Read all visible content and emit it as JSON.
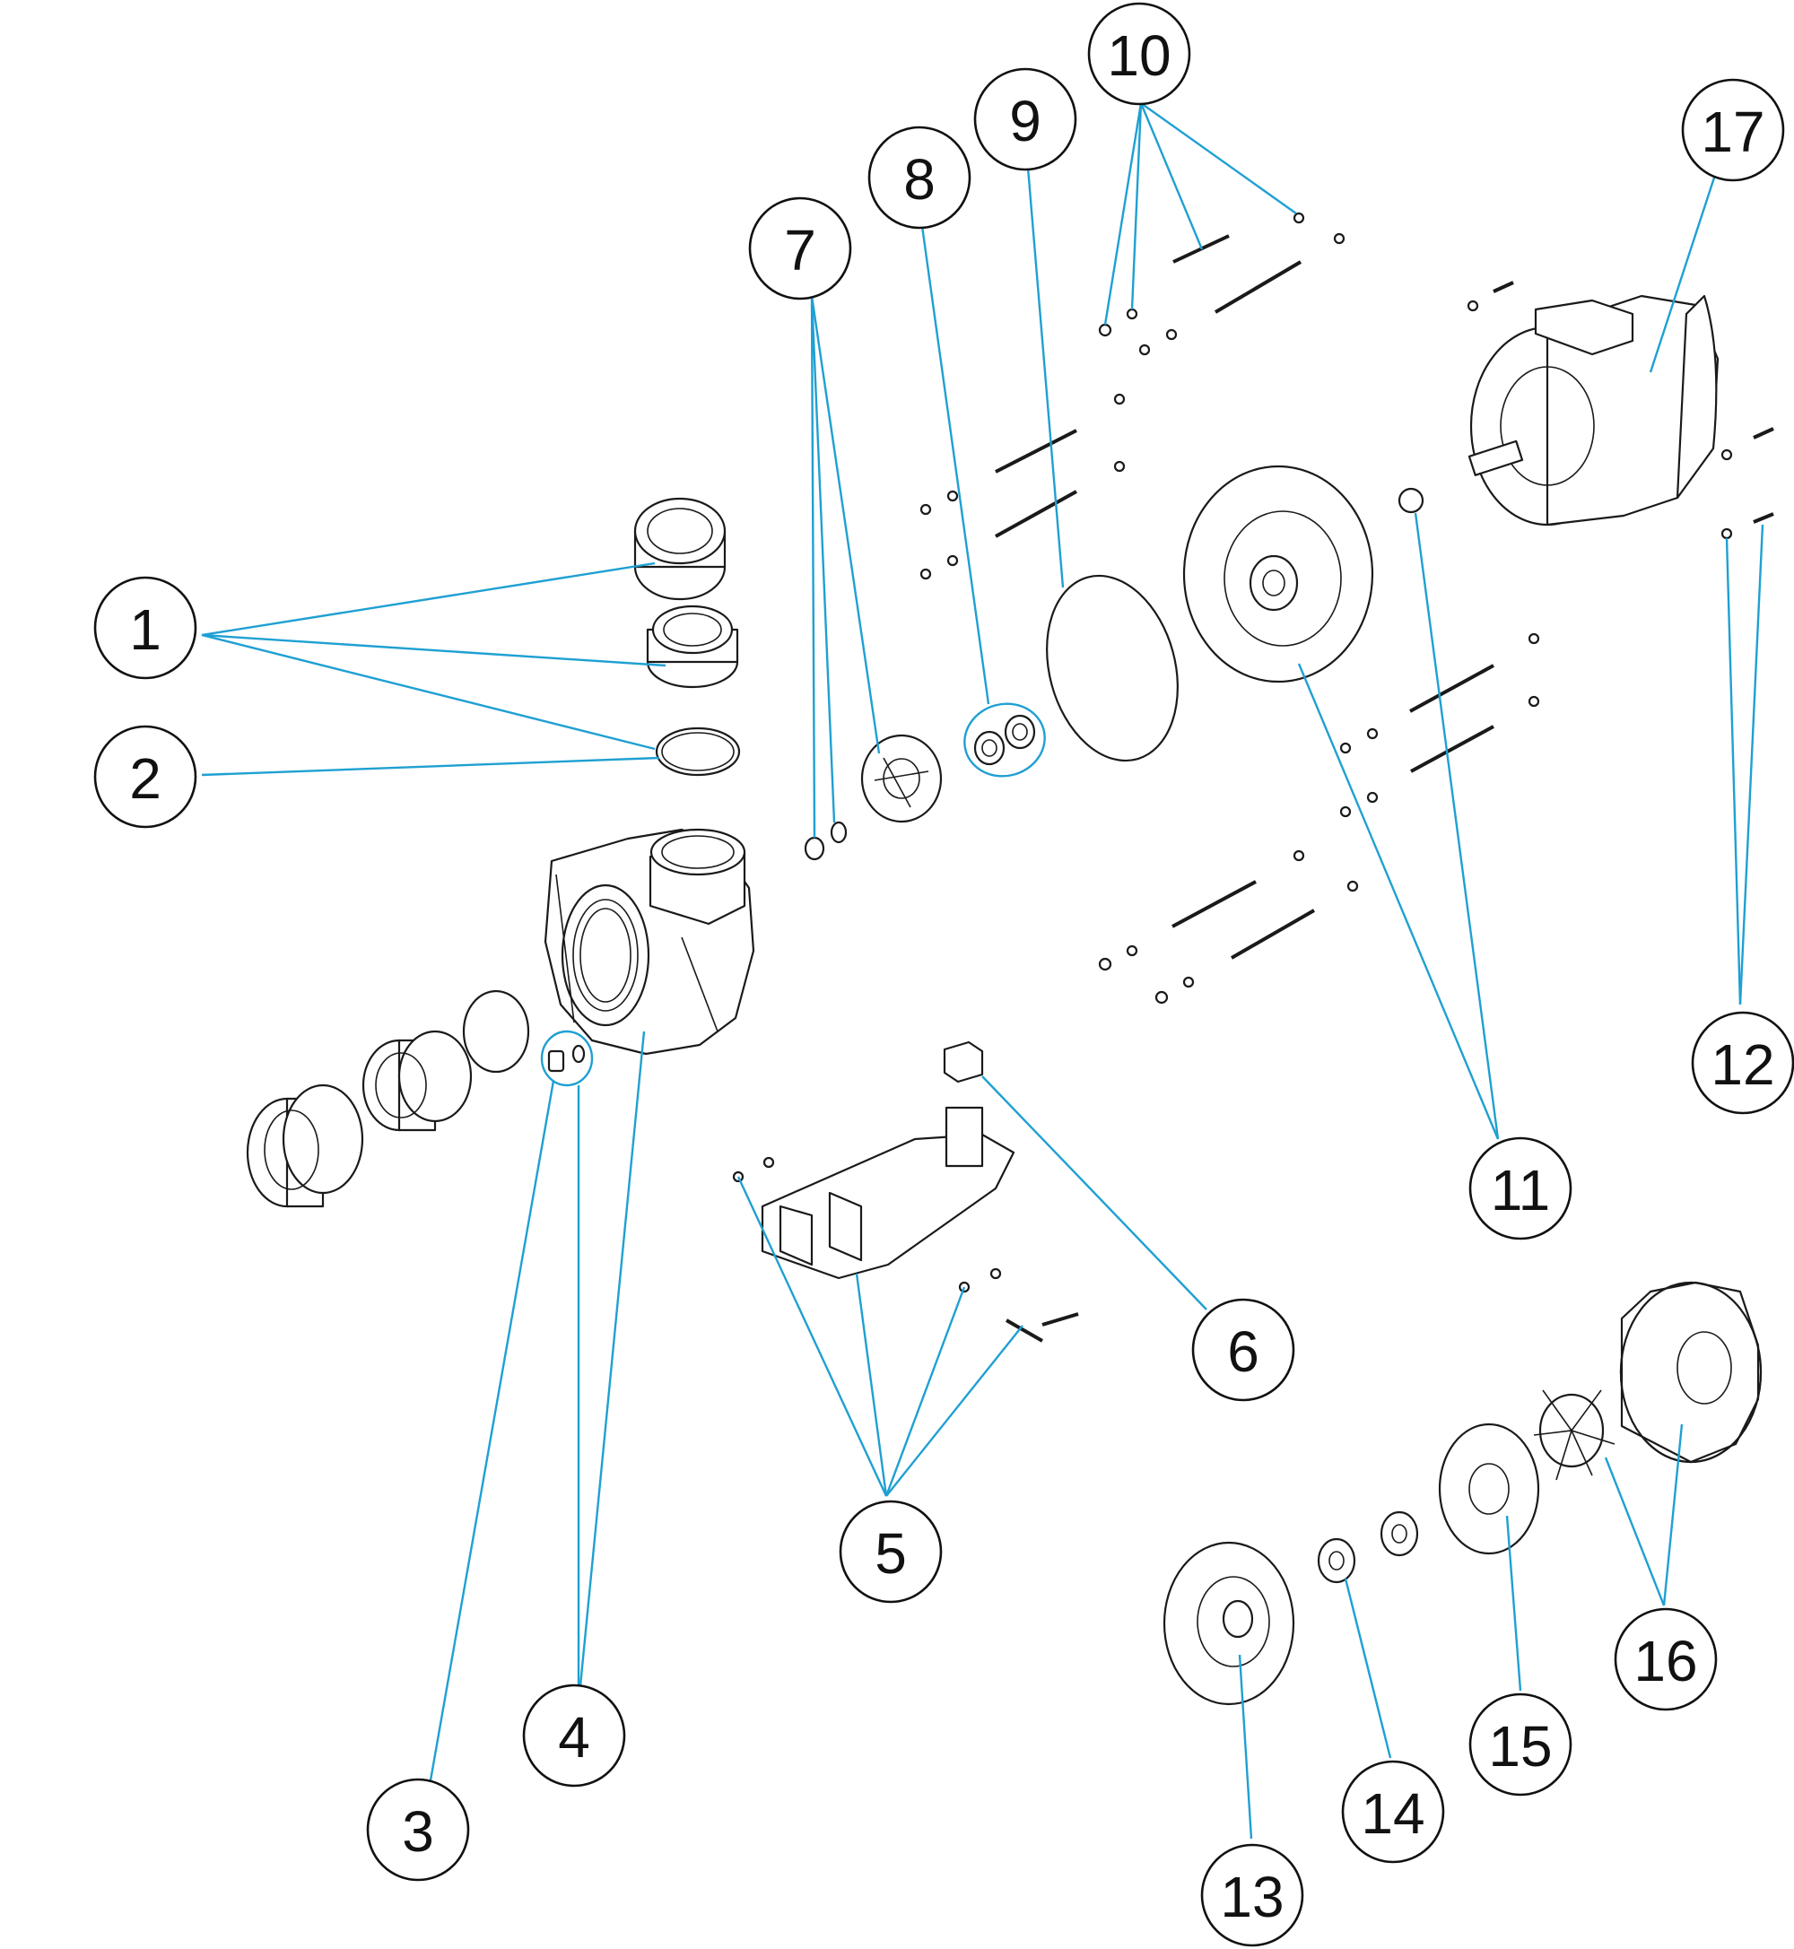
{
  "colors": {
    "leader": "#1fa0d2",
    "line": "#1a1a1a",
    "background": "#ffffff"
  },
  "callouts": [
    {
      "id": "1",
      "label": "1"
    },
    {
      "id": "2",
      "label": "2"
    },
    {
      "id": "3",
      "label": "3"
    },
    {
      "id": "4",
      "label": "4"
    },
    {
      "id": "5",
      "label": "5"
    },
    {
      "id": "6",
      "label": "6"
    },
    {
      "id": "7",
      "label": "7"
    },
    {
      "id": "8",
      "label": "8"
    },
    {
      "id": "9",
      "label": "9"
    },
    {
      "id": "10",
      "label": "10"
    },
    {
      "id": "11",
      "label": "11"
    },
    {
      "id": "12",
      "label": "12"
    },
    {
      "id": "13",
      "label": "13"
    },
    {
      "id": "14",
      "label": "14"
    },
    {
      "id": "15",
      "label": "15"
    },
    {
      "id": "16",
      "label": "16"
    },
    {
      "id": "17",
      "label": "17"
    }
  ]
}
